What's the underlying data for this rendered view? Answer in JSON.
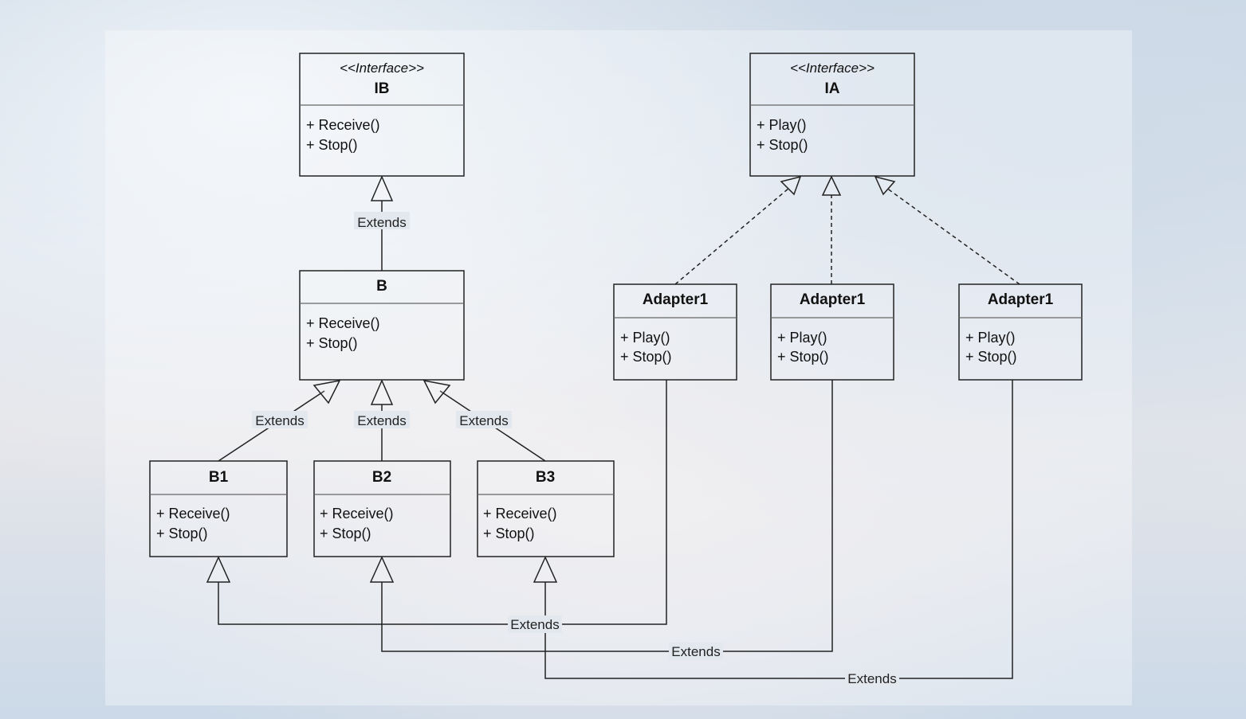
{
  "classes": {
    "ib": {
      "stereotype": "<<Interface>>",
      "name": "IB",
      "members": [
        "+ Receive()",
        "+ Stop()"
      ]
    },
    "ia": {
      "stereotype": "<<Interface>>",
      "name": "IA",
      "members": [
        "+ Play()",
        "+ Stop()"
      ]
    },
    "b": {
      "name": "B",
      "members": [
        "+ Receive()",
        "+ Stop()"
      ]
    },
    "b1": {
      "name": "B1",
      "members": [
        "+ Receive()",
        "+ Stop()"
      ]
    },
    "b2": {
      "name": "B2",
      "members": [
        "+ Receive()",
        "+ Stop()"
      ]
    },
    "b3": {
      "name": "B3",
      "members": [
        "+ Receive()",
        "+ Stop()"
      ]
    },
    "adapter_a": {
      "name": "Adapter1",
      "members": [
        "+ Play()",
        "+ Stop()"
      ]
    },
    "adapter_b": {
      "name": "Adapter1",
      "members": [
        "+ Play()",
        "+ Stop()"
      ]
    },
    "adapter_c": {
      "name": "Adapter1",
      "members": [
        "+ Play()",
        "+ Stop()"
      ]
    }
  },
  "relations": {
    "b_ib": "Extends",
    "b1_b": "Extends",
    "b2_b": "Extends",
    "b3_b": "Extends",
    "adapter_a_b1": "Extends",
    "adapter_b_b2": "Extends",
    "adapter_c_b3": "Extends"
  },
  "colors": {
    "line": "#222222",
    "panel": "rgba(255,255,255,0.32)"
  }
}
